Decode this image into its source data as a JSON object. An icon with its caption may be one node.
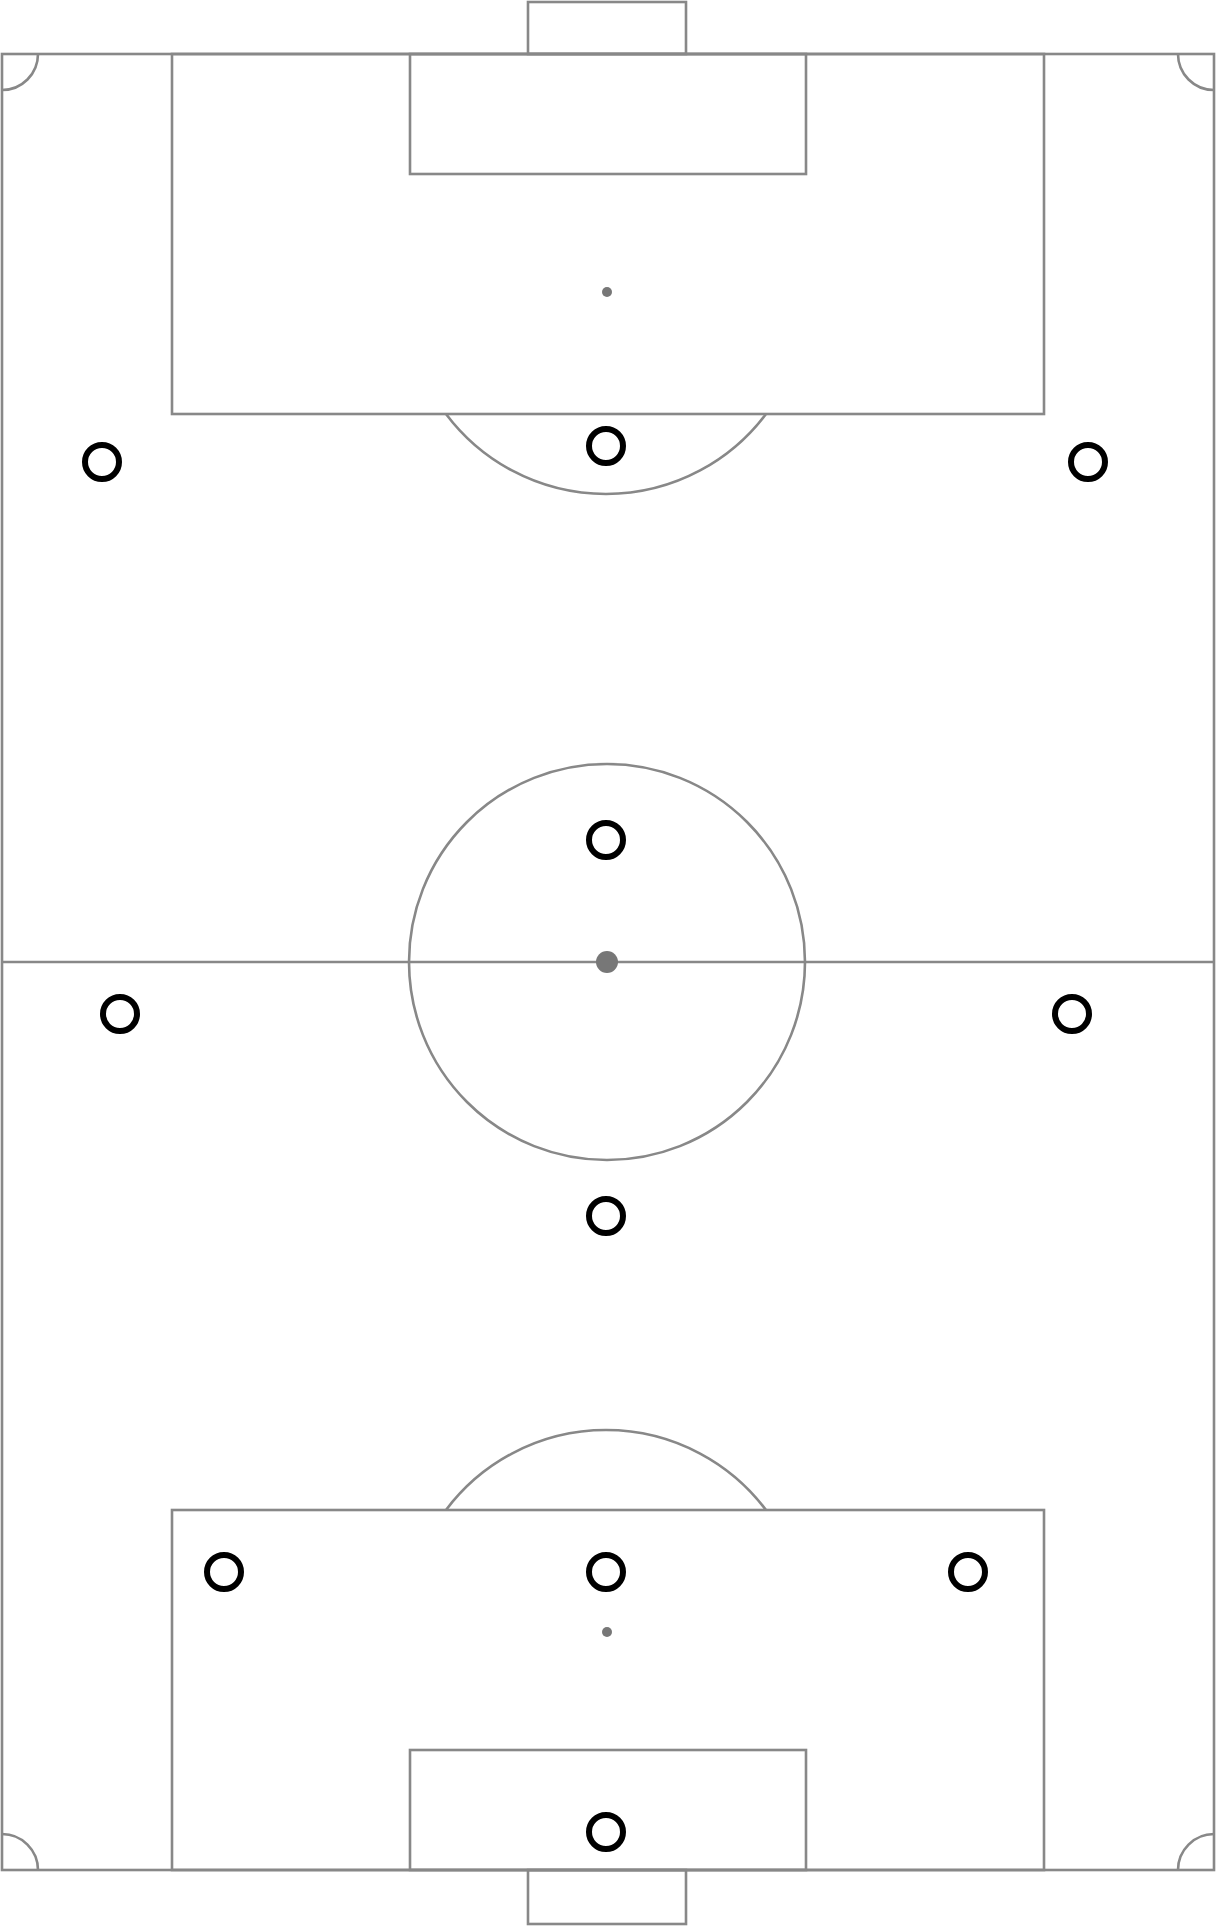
{
  "diagram": {
    "nodes": [
      {
        "text": [],
        "shape": "circle"
      },
      {
        "text": [],
        "shape": "circle"
      },
      {
        "text": [],
        "shape": "circle"
      },
      {
        "text": [],
        "shape": "circle"
      },
      {
        "text": [],
        "shape": "circle"
      },
      {
        "text": [],
        "shape": "circle"
      },
      {
        "text": [],
        "shape": "circle"
      },
      {
        "text": [],
        "shape": "circle"
      },
      {
        "text": [],
        "shape": "circle"
      },
      {
        "text": [],
        "shape": "circle"
      },
      {
        "text": [],
        "shape": "circle"
      }
    ]
  }
}
